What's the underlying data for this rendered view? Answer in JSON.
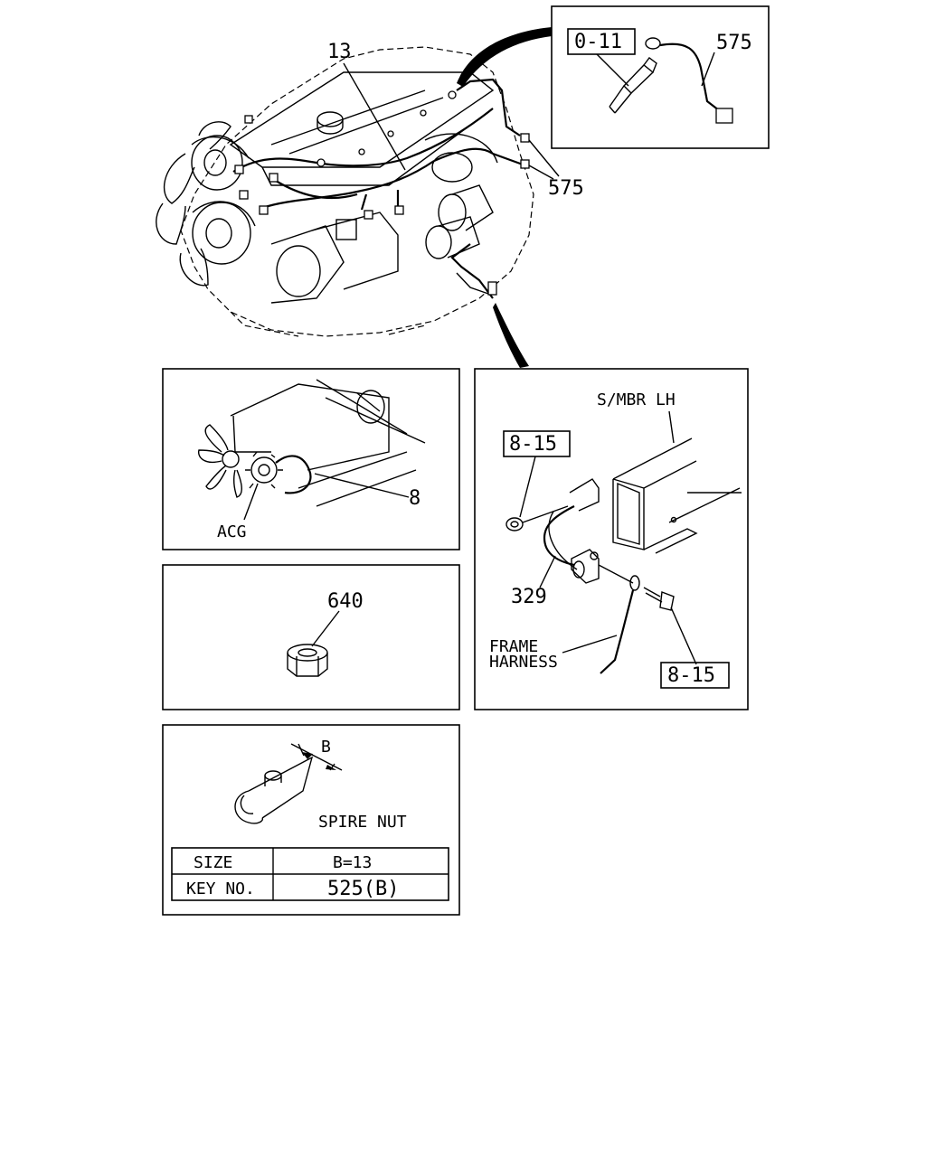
{
  "main_view": {
    "callouts": {
      "harness": "13",
      "sensor_harness": "575",
      "ref_box": "0-11",
      "inset_harness": "575"
    }
  },
  "acg_panel": {
    "part_no": "8",
    "component_label": "ACG"
  },
  "nut_panel": {
    "part_no": "640"
  },
  "frame_panel": {
    "title": "S/MBR LH",
    "ref_top": "8-15",
    "ref_bottom": "8-15",
    "part_no": "329",
    "frame_label_line1": "FRAME",
    "frame_label_line2": "HARNESS"
  },
  "spire_panel": {
    "dim_label": "B",
    "part_name": "SPIRE NUT",
    "table": {
      "header_label": "SIZE",
      "header_value": "B=13",
      "row_label": "KEY NO.",
      "row_value": "525(B)"
    }
  }
}
